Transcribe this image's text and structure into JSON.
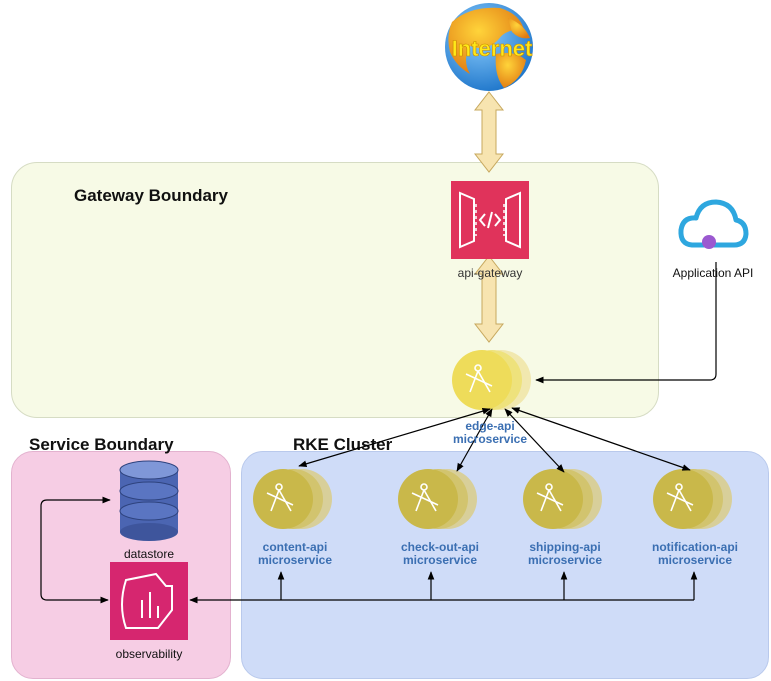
{
  "internet": {
    "label": "Internet"
  },
  "zones": {
    "gateway": "Gateway Boundary",
    "service": "Service Boundary",
    "rke": "RKE Cluster"
  },
  "nodes": {
    "api_gateway": "api-gateway",
    "application_api": "Application API",
    "edge_api": {
      "line1": "edge-api",
      "line2": "microservice"
    },
    "content_api": {
      "line1": "content-api",
      "line2": "microservice"
    },
    "checkout_api": {
      "line1": "check-out-api",
      "line2": "microservice"
    },
    "shipping_api": {
      "line1": "shipping-api",
      "line2": "microservice"
    },
    "notification_api": {
      "line1": "notification-api",
      "line2": "microservice"
    },
    "datastore": "datastore",
    "observability": "observability"
  },
  "colors": {
    "gateway_zone": "#f7fae6",
    "service_zone": "#f6cde4",
    "rke_zone": "#cfdcf8",
    "api_gateway_fill": "#e0335b",
    "observability_fill": "#d6266f",
    "microservice_gold": "#c9b84a",
    "edge_gold": "#eedc5a",
    "datastore_blue": "#4b65b2",
    "arrow_fill": "#f7e4b0"
  }
}
